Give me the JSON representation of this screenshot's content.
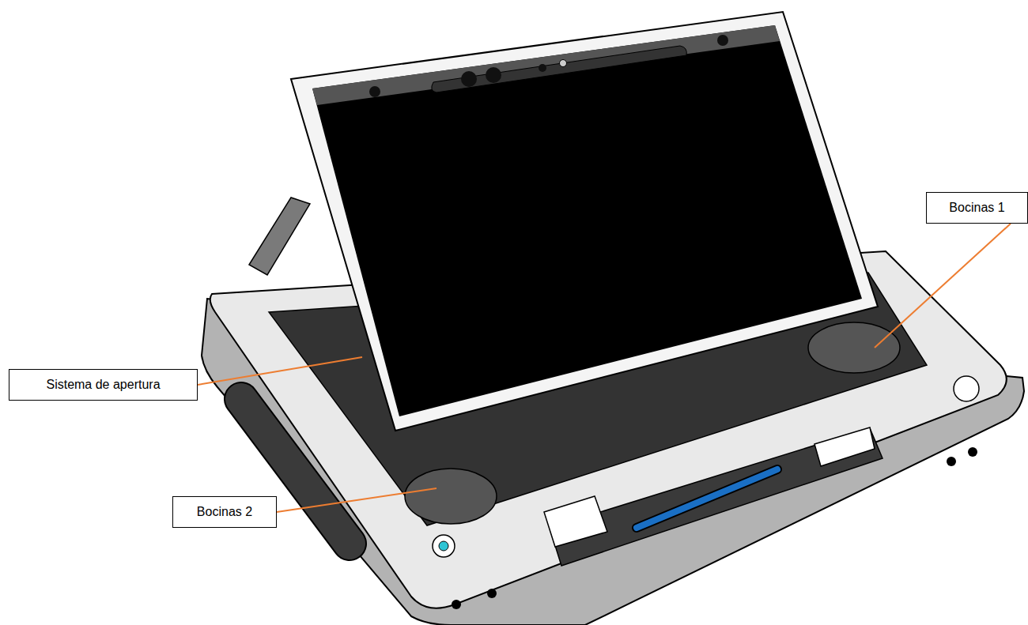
{
  "diagram": {
    "nodes": [
      {
        "text": [
          "Bocinas 1"
        ]
      },
      {
        "text": [
          "Sistema de apertura"
        ]
      },
      {
        "text": [
          "Bocinas 2"
        ]
      }
    ]
  }
}
